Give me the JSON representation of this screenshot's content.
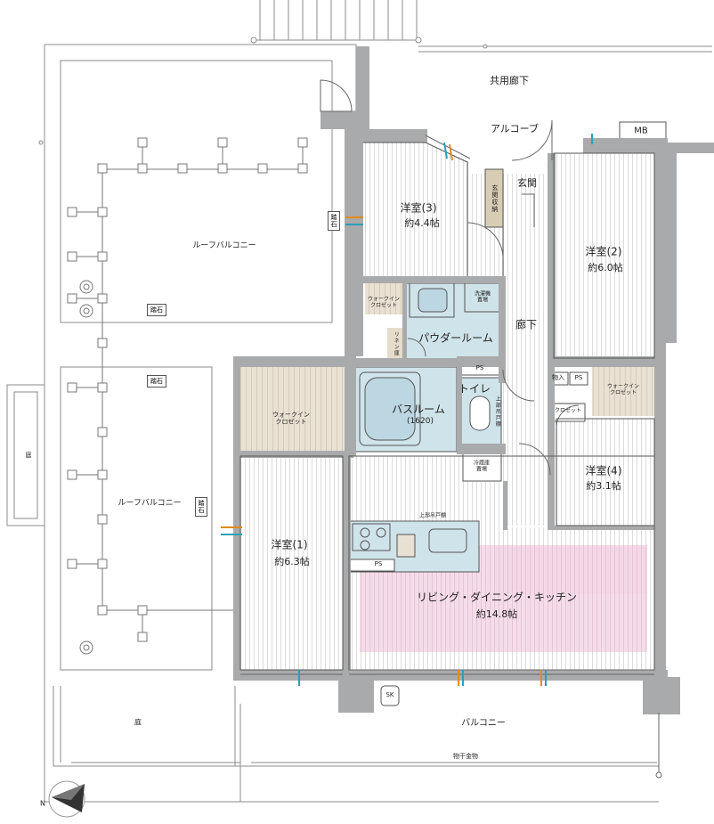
{
  "colors": {
    "wall": "#a9aaab",
    "floor_stripe": "#d9d9d9",
    "wet_area": "#cfe3ea",
    "closet": "#e8e0d2",
    "ldk_highlight": "#f3d7e6",
    "outline": "#555555"
  },
  "labels": {
    "common_corridor": "共用廊下",
    "alcove": "アルコーブ",
    "mb": "MB",
    "entrance": "玄関",
    "entrance_storage": "玄関収納",
    "room3_name": "洋室(3)",
    "room3_area": "約4.4帖",
    "room2_name": "洋室(2)",
    "room2_area": "約6.0帖",
    "room4_name": "洋室(4)",
    "room4_area": "約3.1帖",
    "room1_name": "洋室(1)",
    "room1_area": "約6.3帖",
    "ldk_name": "リビング・ダイニング・キッチン",
    "ldk_area": "約14.8帖",
    "powder_room": "パウダールーム",
    "bathroom": "バスルーム",
    "bath_size": "(1620)",
    "toilet": "トイレ",
    "corridor": "廊下",
    "wic_small": "ウォークイン\nクロゼット",
    "wic_large": "ウォークイン\nクロゼット",
    "wic_right": "ウォークイン\nクロゼット",
    "closet": "クロゼット",
    "linen": "リネン庫",
    "laundry": "洗濯機\n置場",
    "fridge": "冷蔵庫\n置場",
    "upper_cabinet_toilet": "上部吊戸棚",
    "upper_cabinet_kitchen": "上部吊戸棚",
    "storage": "物入",
    "ps": "PS",
    "ps_kitchen": "PS",
    "ps_right": "PS",
    "sk": "SK",
    "roof_balcony_top": "ルーフバルコニー",
    "roof_balcony_left": "ルーフバルコニー",
    "stepping_stone_a": "踏石",
    "stepping_stone_b": "踏石",
    "stepping_stone_c": "踏石",
    "stepping_stone_d": "踏石",
    "garden_left": "庭",
    "garden_bottom": "庭",
    "balcony": "バルコニー",
    "clothes_hanger": "物干金物",
    "north": "N"
  }
}
